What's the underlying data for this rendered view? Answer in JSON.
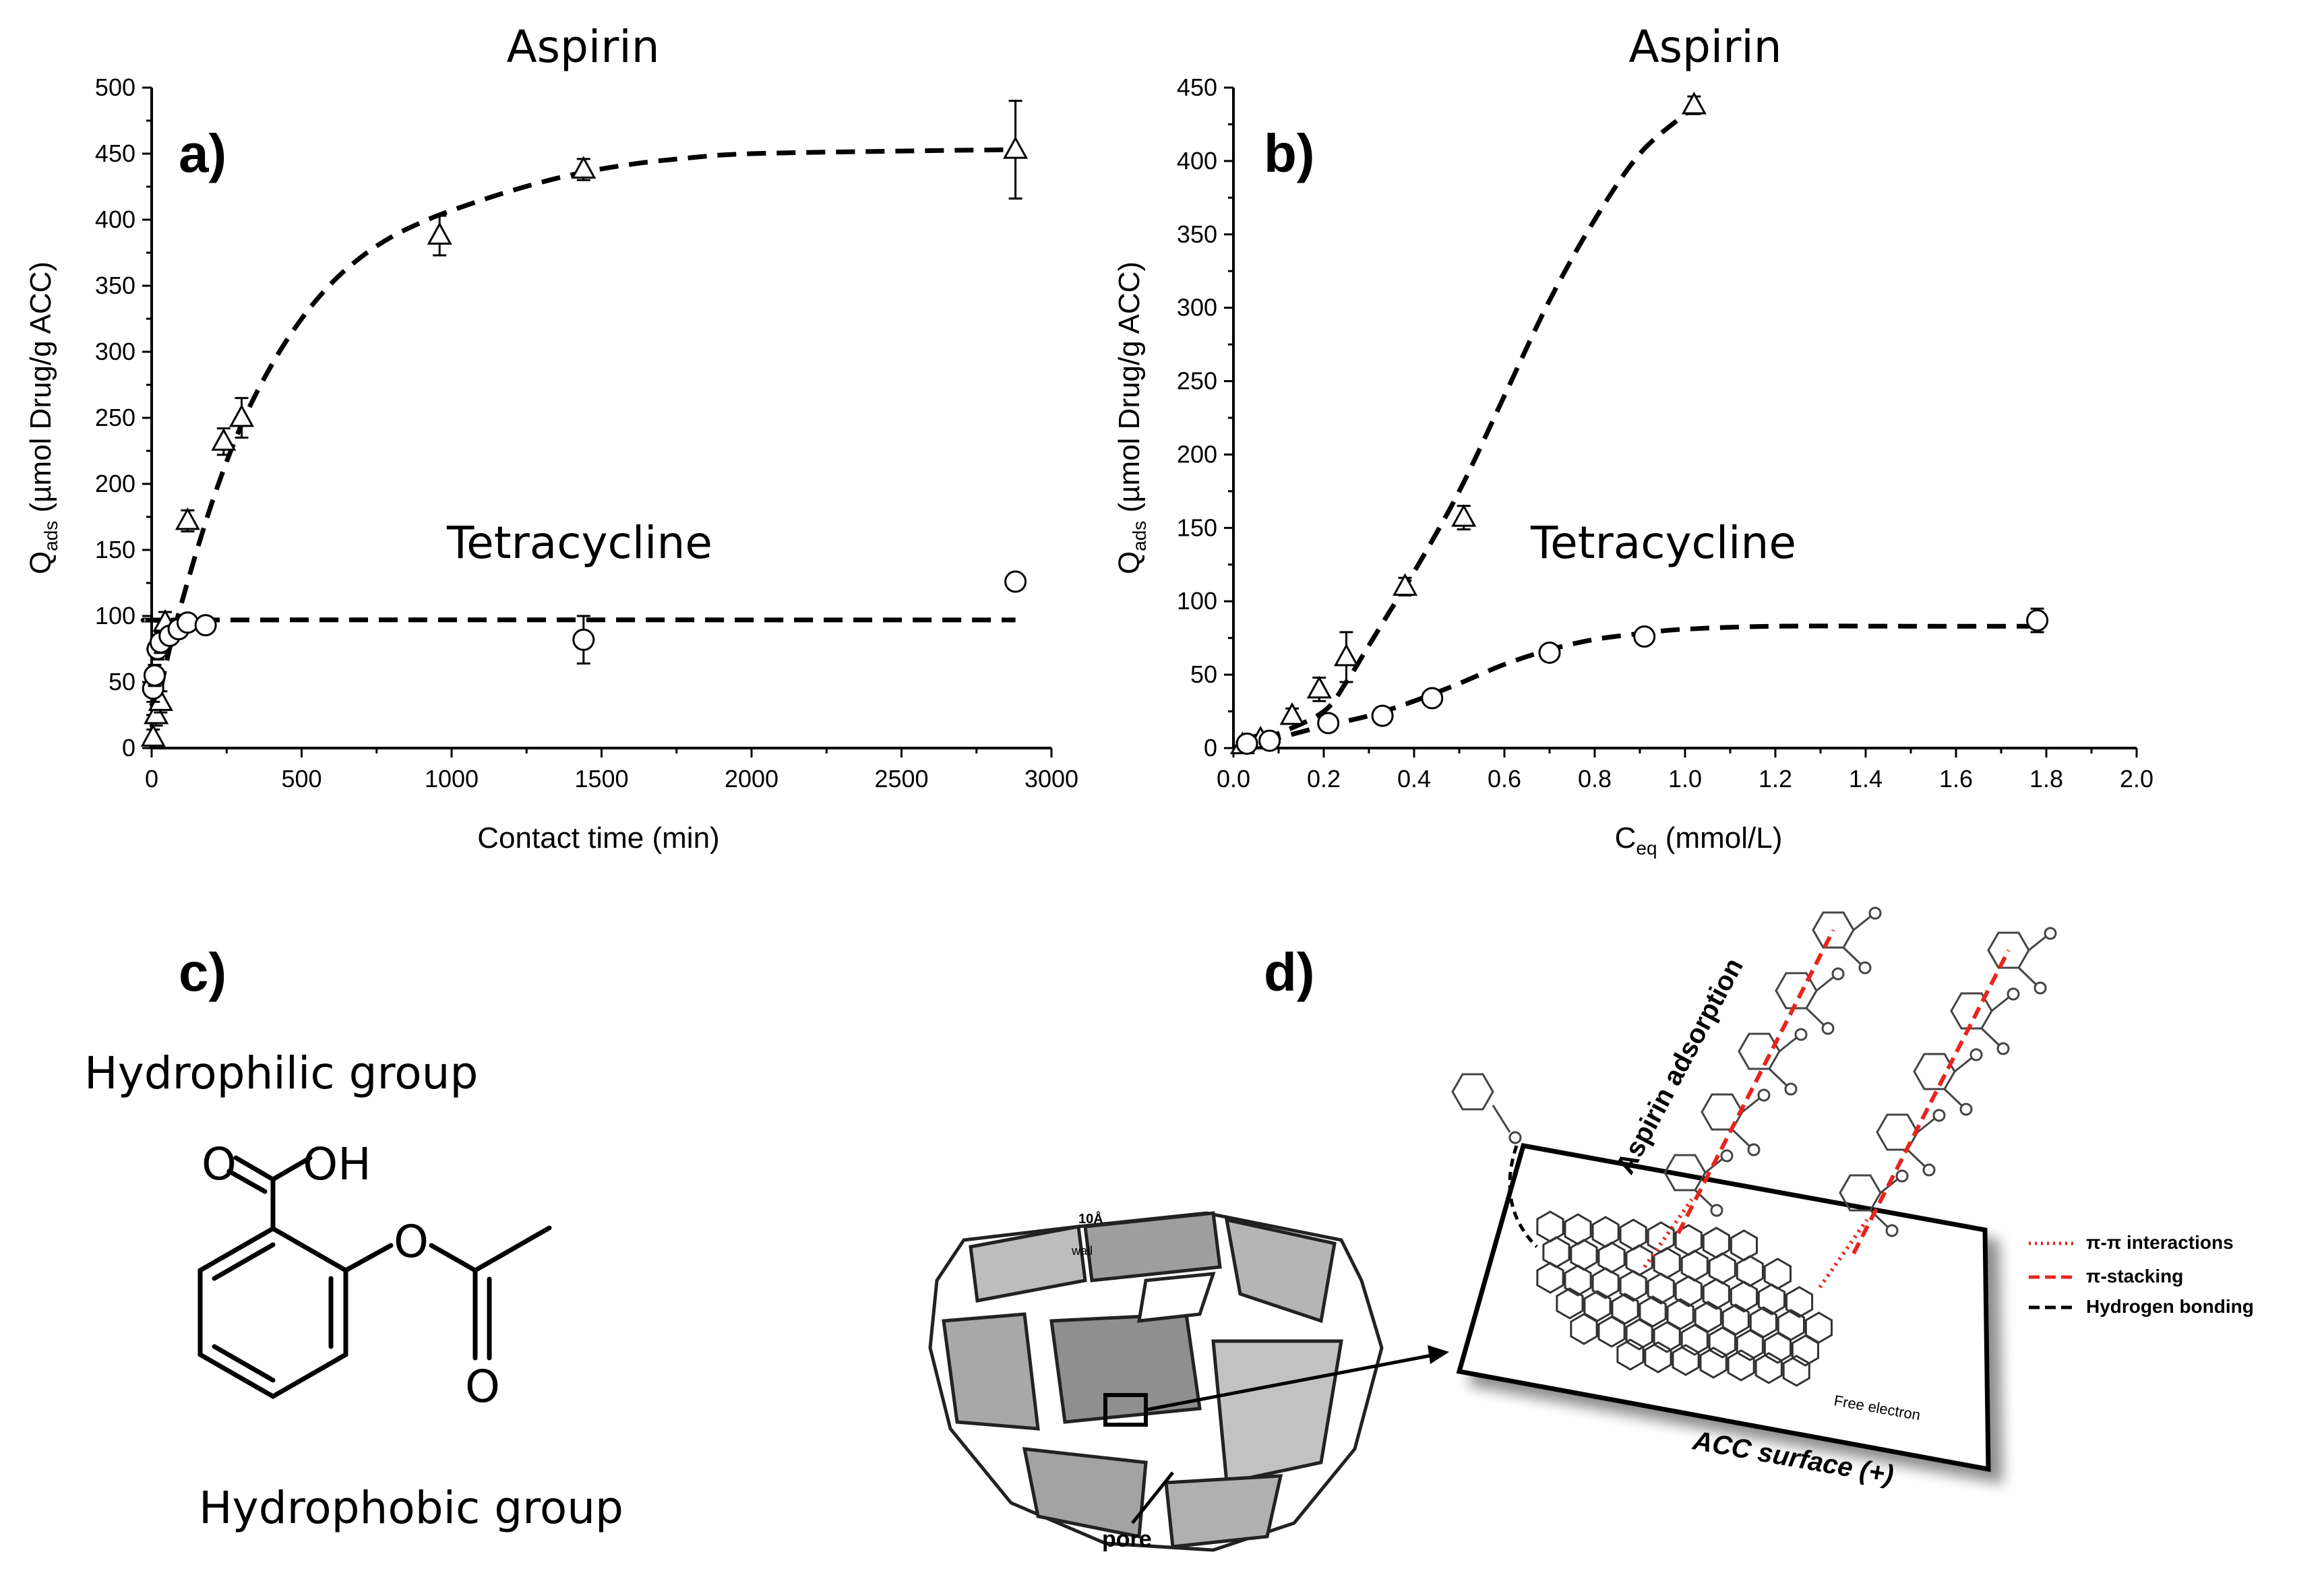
{
  "chart_data": [
    {
      "panel": "a)",
      "type": "scatter",
      "title": "Aspirin",
      "xlabel": "Contact time (min)",
      "ylabel": {
        "main": "Q",
        "sub": "ads",
        "rest": " (µmol Drug/g ACC)"
      },
      "xlim": [
        0,
        3000
      ],
      "ylim": [
        0,
        500
      ],
      "xticks": [
        0,
        500,
        1000,
        1500,
        2000,
        2500,
        3000
      ],
      "yticks": [
        0,
        50,
        100,
        150,
        200,
        250,
        300,
        350,
        400,
        450,
        500
      ],
      "grid": false,
      "series": [
        {
          "name": "Aspirin",
          "marker": "triangle",
          "points": [
            {
              "x": 5,
              "y": 8,
              "err": 6
            },
            {
              "x": 15,
              "y": 25,
              "err": 8
            },
            {
              "x": 30,
              "y": 35,
              "err": 8
            },
            {
              "x": 45,
              "y": 95,
              "err": 8
            },
            {
              "x": 120,
              "y": 172,
              "err": 8
            },
            {
              "x": 240,
              "y": 232,
              "err": 10
            },
            {
              "x": 300,
              "y": 250,
              "err": 15
            },
            {
              "x": 960,
              "y": 388,
              "err": 15
            },
            {
              "x": 1440,
              "y": 438,
              "err": 8
            },
            {
              "x": 2880,
              "y": 453,
              "err": 37
            }
          ],
          "fit": [
            [
              0,
              0
            ],
            [
              40,
              55
            ],
            [
              100,
              110
            ],
            [
              200,
              185
            ],
            [
              300,
              245
            ],
            [
              400,
              290
            ],
            [
              500,
              325
            ],
            [
              600,
              352
            ],
            [
              700,
              372
            ],
            [
              800,
              387
            ],
            [
              900,
              398
            ],
            [
              1000,
              407
            ],
            [
              1200,
              422
            ],
            [
              1400,
              434
            ],
            [
              1600,
              442
            ],
            [
              1800,
              447
            ],
            [
              2000,
              450
            ],
            [
              2500,
              452
            ],
            [
              2880,
              453
            ]
          ]
        },
        {
          "name": "Tetracycline",
          "marker": "circle",
          "points": [
            {
              "x": 5,
              "y": 45,
              "err": 10
            },
            {
              "x": 10,
              "y": 55,
              "err": 8
            },
            {
              "x": 20,
              "y": 75,
              "err": 8
            },
            {
              "x": 30,
              "y": 80,
              "err": 8
            },
            {
              "x": 60,
              "y": 85,
              "err": 6
            },
            {
              "x": 90,
              "y": 90,
              "err": 6
            },
            {
              "x": 120,
              "y": 95,
              "err": 6
            },
            {
              "x": 180,
              "y": 93,
              "err": 6
            },
            {
              "x": 1440,
              "y": 82,
              "err": 18
            },
            {
              "x": 2880,
              "y": 126,
              "err": 6
            }
          ],
          "fit": [
            [
              0,
              0
            ],
            [
              10,
              55
            ],
            [
              25,
              80
            ],
            [
              50,
              92
            ],
            [
              100,
              96
            ],
            [
              200,
              97
            ],
            [
              2880,
              97
            ]
          ]
        }
      ],
      "annotations": [
        {
          "text": "Tetracycline",
          "at": [
            1400,
            160
          ]
        }
      ]
    },
    {
      "panel": "b)",
      "type": "scatter",
      "title": "Aspirin",
      "xlabel": {
        "main": "C",
        "sub": "eq",
        "rest": " (mmol/L)"
      },
      "ylabel": {
        "main": "Q",
        "sub": "ads",
        "rest": " (µmol Drug/g ACC)"
      },
      "xlim": [
        0,
        2.0
      ],
      "ylim": [
        0,
        450
      ],
      "xticks": [
        "0.0",
        "0.2",
        "0.4",
        "0.6",
        "0.8",
        "1.0",
        "1.2",
        "1.4",
        "1.6",
        "1.8",
        "2.0"
      ],
      "yticks": [
        0,
        50,
        100,
        150,
        200,
        250,
        300,
        350,
        400,
        450
      ],
      "grid": false,
      "series": [
        {
          "name": "Aspirin",
          "marker": "triangle",
          "points": [
            {
              "x": 0.02,
              "y": 2,
              "err": 2
            },
            {
              "x": 0.06,
              "y": 6,
              "err": 3
            },
            {
              "x": 0.13,
              "y": 22,
              "err": 5
            },
            {
              "x": 0.19,
              "y": 40,
              "err": 8
            },
            {
              "x": 0.25,
              "y": 62,
              "err": 17
            },
            {
              "x": 0.38,
              "y": 110,
              "err": 6
            },
            {
              "x": 0.51,
              "y": 157,
              "err": 8
            },
            {
              "x": 1.02,
              "y": 438,
              "err": 6
            }
          ],
          "fit": [
            [
              0,
              0
            ],
            [
              0.1,
              10
            ],
            [
              0.2,
              25
            ],
            [
              0.25,
              45
            ],
            [
              0.3,
              70
            ],
            [
              0.35,
              95
            ],
            [
              0.4,
              120
            ],
            [
              0.5,
              175
            ],
            [
              0.6,
              240
            ],
            [
              0.7,
              305
            ],
            [
              0.8,
              360
            ],
            [
              0.9,
              405
            ],
            [
              1.0,
              432
            ],
            [
              1.02,
              438
            ]
          ]
        },
        {
          "name": "Tetracycline",
          "marker": "circle",
          "points": [
            {
              "x": 0.03,
              "y": 3,
              "err": 2
            },
            {
              "x": 0.08,
              "y": 5,
              "err": 2
            },
            {
              "x": 0.21,
              "y": 17,
              "err": 4
            },
            {
              "x": 0.33,
              "y": 22,
              "err": 4
            },
            {
              "x": 0.44,
              "y": 34,
              "err": 4
            },
            {
              "x": 0.7,
              "y": 65,
              "err": 4
            },
            {
              "x": 0.91,
              "y": 76,
              "err": 4
            },
            {
              "x": 1.78,
              "y": 87,
              "err": 8
            }
          ],
          "fit": [
            [
              0,
              0
            ],
            [
              0.1,
              7
            ],
            [
              0.2,
              15
            ],
            [
              0.3,
              22
            ],
            [
              0.4,
              32
            ],
            [
              0.5,
              44
            ],
            [
              0.6,
              57
            ],
            [
              0.7,
              67
            ],
            [
              0.8,
              74
            ],
            [
              0.9,
              78
            ],
            [
              1.0,
              81
            ],
            [
              1.2,
              83
            ],
            [
              1.5,
              83
            ],
            [
              1.78,
              83
            ]
          ]
        }
      ],
      "annotations": [
        {
          "text": "Tetracycline",
          "at": [
            1.3,
            140
          ]
        }
      ]
    }
  ],
  "panel_c": {
    "label": "c)",
    "hydrophilic": "Hydrophilic group",
    "hydrophobic": "Hydrophobic group",
    "atom_o": "O",
    "atom_oh": "OH"
  },
  "panel_d": {
    "label": "d)",
    "aspirin_adsorption": "Aspirin adsorption",
    "surface": "ACC surface (+)",
    "free_electron": "Free electron",
    "scale": "10Å",
    "wall": "wall",
    "pore": "pore",
    "legend": [
      {
        "label": "π-π interactions",
        "color": "#e8241c",
        "style": "dotted"
      },
      {
        "label": "π-stacking",
        "color": "#e8241c",
        "style": "dashed"
      },
      {
        "label": "Hydrogen bonding",
        "color": "#000000",
        "style": "dashed"
      }
    ],
    "accent": "#e07a25"
  }
}
